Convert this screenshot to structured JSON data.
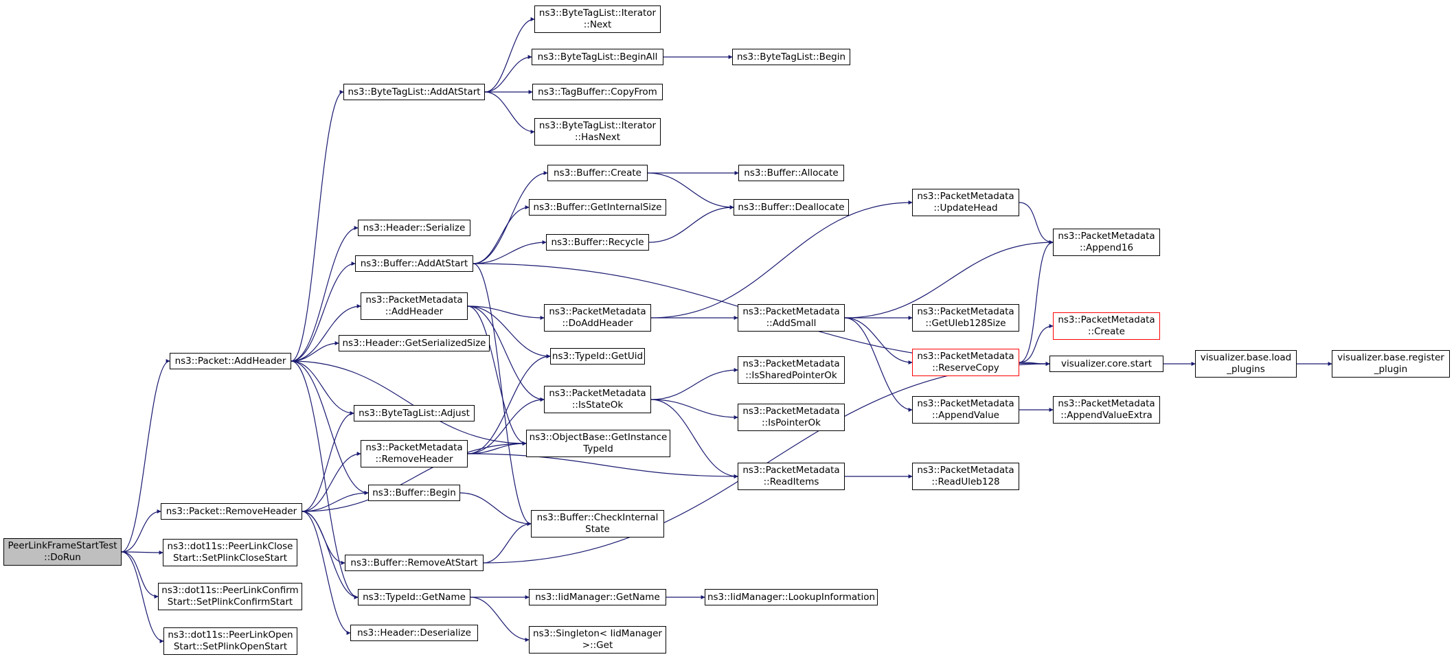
{
  "colors": {
    "edge": "#191970",
    "root_fill": "#bfbfbf",
    "highlight_border": "#ff0000",
    "node_border": "#000000"
  },
  "nodes": {
    "root": [
      "PeerLinkFrameStartTest",
      "::DoRun"
    ],
    "packet_addheader": [
      "ns3::Packet::AddHeader"
    ],
    "packet_removeheader": [
      "ns3::Packet::RemoveHeader"
    ],
    "plink_close": [
      "ns3::dot11s::PeerLinkClose",
      "Start::SetPlinkCloseStart"
    ],
    "plink_confirm": [
      "ns3::dot11s::PeerLinkConfirm",
      "Start::SetPlinkConfirmStart"
    ],
    "plink_open": [
      "ns3::dot11s::PeerLinkOpen",
      "Start::SetPlinkOpenStart"
    ],
    "btl_addatstart": [
      "ns3::ByteTagList::AddAtStart"
    ],
    "header_serialize": [
      "ns3::Header::Serialize"
    ],
    "buffer_addatstart": [
      "ns3::Buffer::AddAtStart"
    ],
    "pm_addheader": [
      "ns3::PacketMetadata",
      "::AddHeader"
    ],
    "header_getserializedsize": [
      "ns3::Header::GetSerializedSize"
    ],
    "btl_adjust": [
      "ns3::ByteTagList::Adjust"
    ],
    "pm_removeheader": [
      "ns3::PacketMetadata",
      "::RemoveHeader"
    ],
    "buffer_begin": [
      "ns3::Buffer::Begin"
    ],
    "buffer_removeatstart": [
      "ns3::Buffer::RemoveAtStart"
    ],
    "typeid_getname": [
      "ns3::TypeId::GetName"
    ],
    "header_deserialize": [
      "ns3::Header::Deserialize"
    ],
    "btl_iter_next": [
      "ns3::ByteTagList::Iterator",
      "::Next"
    ],
    "btl_beginall": [
      "ns3::ByteTagList::BeginAll"
    ],
    "tagbuffer_copyfrom": [
      "ns3::TagBuffer::CopyFrom"
    ],
    "btl_iter_hasnext": [
      "ns3::ByteTagList::Iterator",
      "::HasNext"
    ],
    "buffer_create": [
      "ns3::Buffer::Create"
    ],
    "buffer_getinternalsize": [
      "ns3::Buffer::GetInternalSize"
    ],
    "buffer_recycle": [
      "ns3::Buffer::Recycle"
    ],
    "pm_doaddheader": [
      "ns3::PacketMetadata",
      "::DoAddHeader"
    ],
    "typeid_getuid": [
      "ns3::TypeId::GetUid"
    ],
    "pm_isstateok": [
      "ns3::PacketMetadata",
      "::IsStateOk"
    ],
    "objectbase_getinstancetypeid": [
      "ns3::ObjectBase::GetInstance",
      "TypeId"
    ],
    "buffer_checkinternalstate": [
      "ns3::Buffer::CheckInternal",
      "State"
    ],
    "iidmanager_getname": [
      "ns3::IidManager::GetName"
    ],
    "singleton_get": [
      "ns3::Singleton< IidManager",
      ">::Get"
    ],
    "btl_begin": [
      "ns3::ByteTagList::Begin"
    ],
    "buffer_allocate": [
      "ns3::Buffer::Allocate"
    ],
    "buffer_deallocate": [
      "ns3::Buffer::Deallocate"
    ],
    "pm_addsmall": [
      "ns3::PacketMetadata",
      "::AddSmall"
    ],
    "pm_issharedpointerok": [
      "ns3::PacketMetadata",
      "::IsSharedPointerOk"
    ],
    "pm_ispointerok": [
      "ns3::PacketMetadata",
      "::IsPointerOk"
    ],
    "pm_readitems": [
      "ns3::PacketMetadata",
      "::ReadItems"
    ],
    "iidmanager_lookupinformation": [
      "ns3::IidManager::LookupInformation"
    ],
    "pm_updatehead": [
      "ns3::PacketMetadata",
      "::UpdateHead"
    ],
    "pm_getuleb128size": [
      "ns3::PacketMetadata",
      "::GetUleb128Size"
    ],
    "pm_reservecopy": [
      "ns3::PacketMetadata",
      "::ReserveCopy"
    ],
    "pm_appendvalue": [
      "ns3::PacketMetadata",
      "::AppendValue"
    ],
    "pm_readuleb128": [
      "ns3::PacketMetadata",
      "::ReadUleb128"
    ],
    "pm_append16": [
      "ns3::PacketMetadata",
      "::Append16"
    ],
    "pm_create": [
      "ns3::PacketMetadata",
      "::Create"
    ],
    "vis_core_start": [
      "visualizer.core.start"
    ],
    "pm_appendvalueextra": [
      "ns3::PacketMetadata",
      "::AppendValueExtra"
    ],
    "vis_base_load_plugins": [
      "visualizer.base.load",
      "_plugins"
    ],
    "vis_base_register_plugin": [
      "visualizer.base.register",
      "_plugin"
    ]
  }
}
